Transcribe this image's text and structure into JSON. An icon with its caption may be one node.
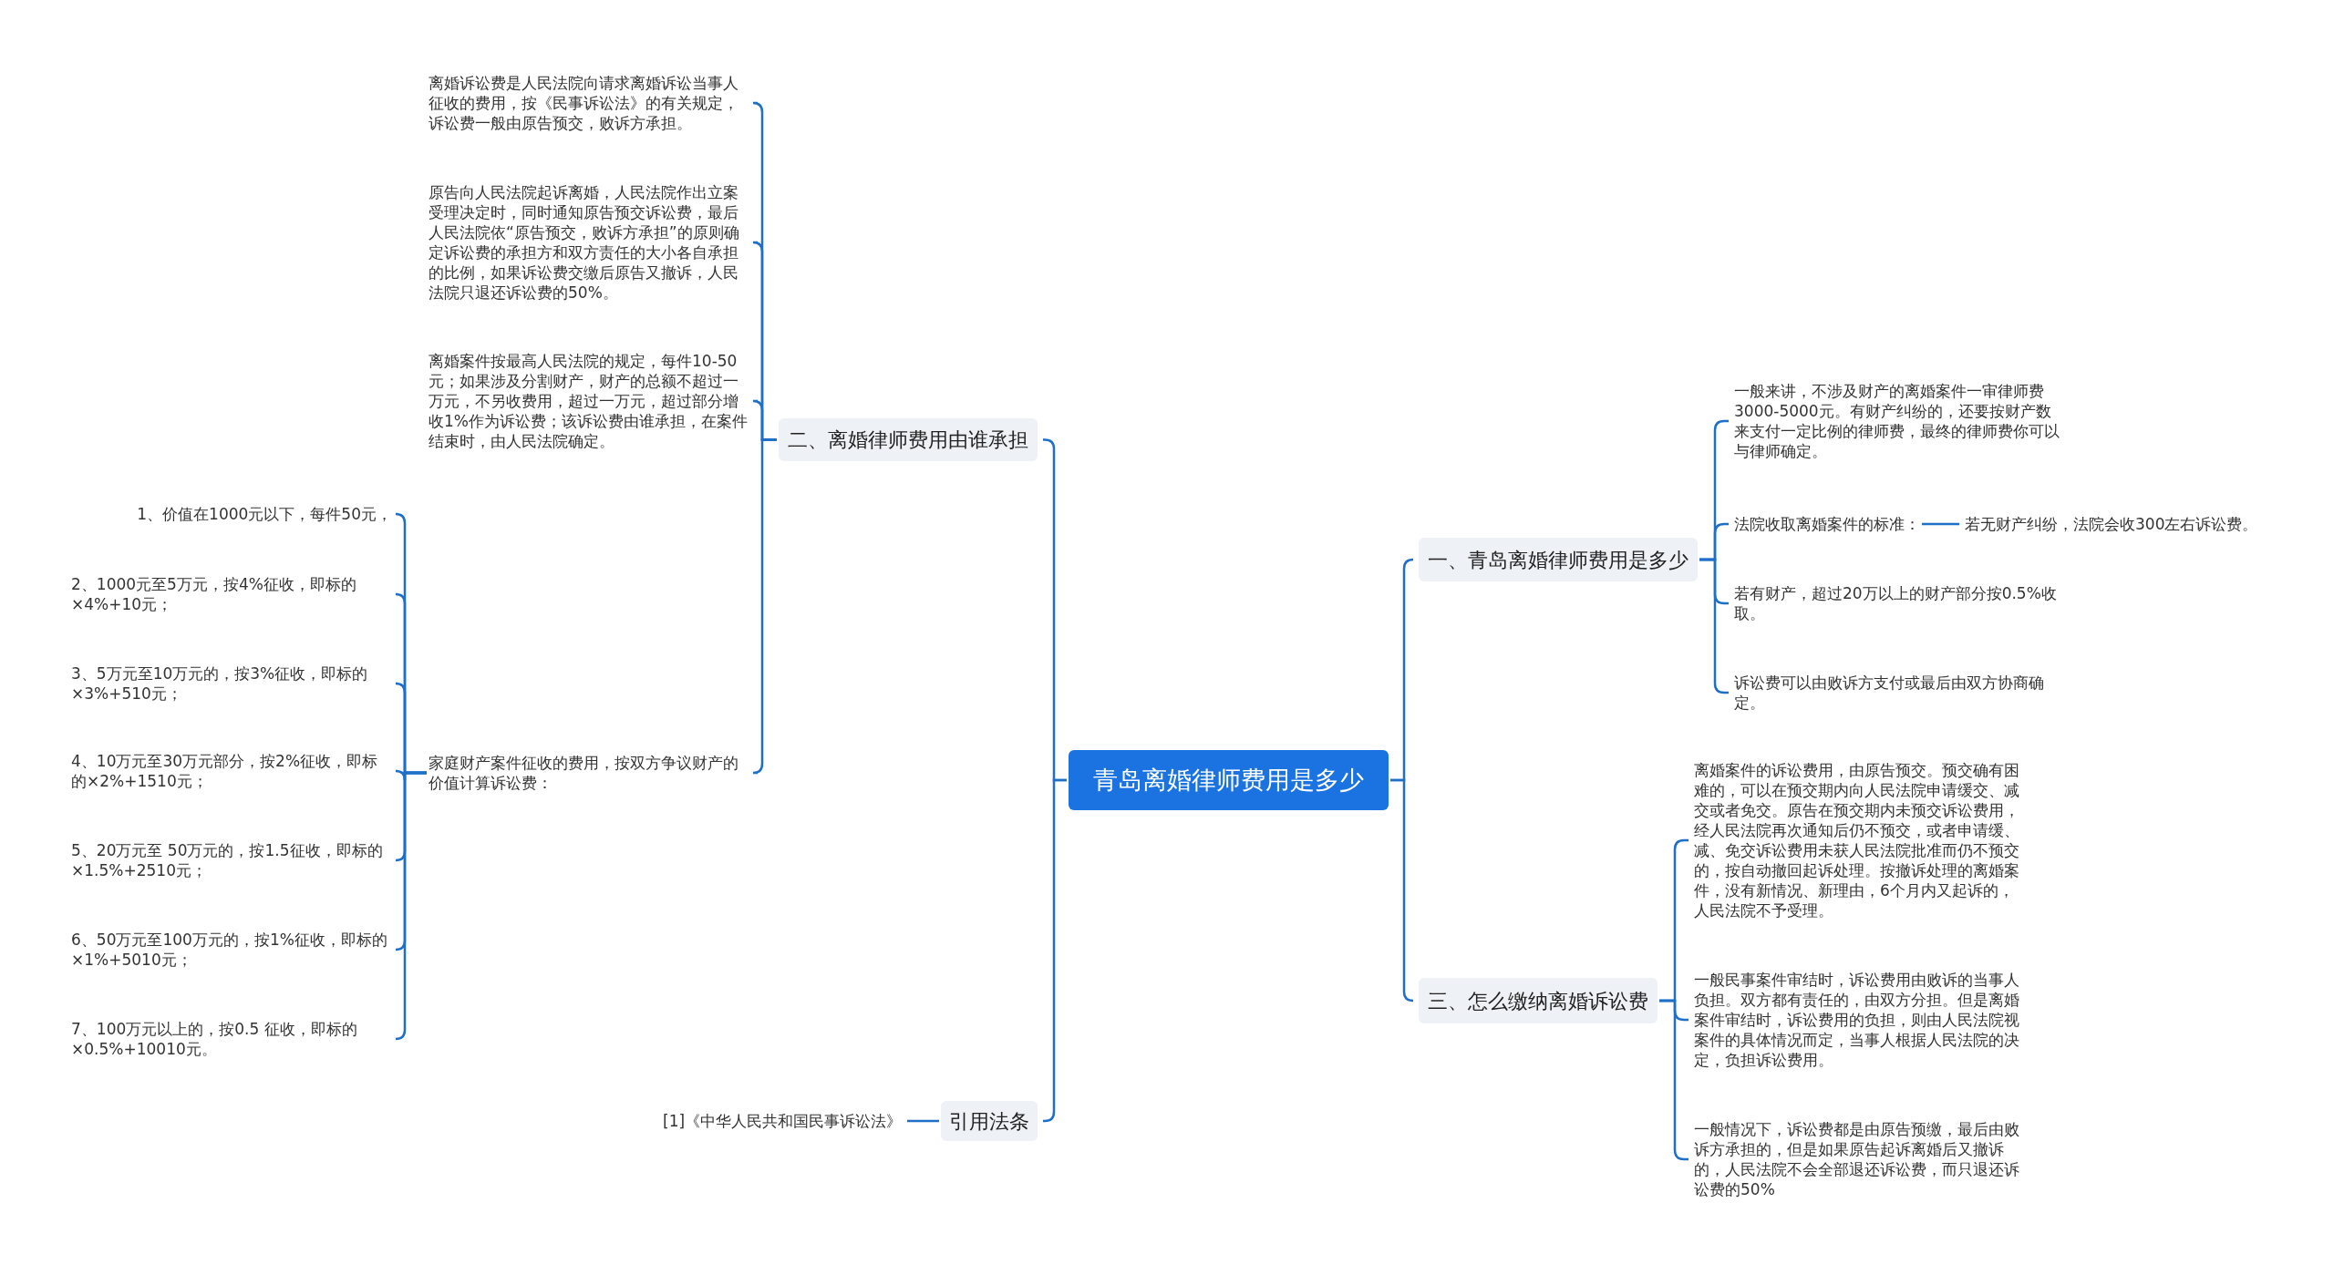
{
  "diagram": {
    "nodes": [
      {
        "text": [
          "青岛离婚律师费用是多少"
        ]
      },
      {
        "text": [
          "一、青岛离婚律师费用是多少"
        ]
      },
      {
        "text": [
          "一般来讲，不涉及财产的离婚案件一审律师费3000-5000元。有财产纠纷的，还要按财产数来支付一定比例的律师费，最终的律师费你可以与律师确定。"
        ]
      },
      {
        "text": [
          "法院收取离婚案件的标准："
        ]
      },
      {
        "text": [
          "若无财产纠纷，法院会收300左右诉讼费。"
        ]
      },
      {
        "text": [
          "若有财产，超过20万以上的财产部分按0.5%收取。"
        ]
      },
      {
        "text": [
          "诉讼费可以由败诉方支付或最后由双方协商确定。"
        ]
      },
      {
        "text": [
          "三、怎么缴纳离婚诉讼费"
        ]
      },
      {
        "text": [
          "离婚案件的诉讼费用，由原告预交。预交确有困难的，可以在预交期内向人民法院申请缓交、减交或者免交。原告在预交期内未预交诉讼费用，经人民法院再次通知后仍不预交，或者申请缓、减、免交诉讼费用未获人民法院批准而仍不预交的，按自动撤回起诉处理。按撤诉处理的离婚案件，没有新情况、新理由，6个月内又起诉的，人民法院不予受理。"
        ]
      },
      {
        "text": [
          "一般民事案件审结时，诉讼费用由败诉的当事人负担。双方都有责任的，由双方分担。但是离婚案件审结时，诉讼费用的负担，则由人民法院视案件的具体情况而定，当事人根据人民法院的决定，负担诉讼费用。"
        ]
      },
      {
        "text": [
          "一般情况下，诉讼费都是由原告预缴，最后由败诉方承担的，但是如果原告起诉离婚后又撤诉的，人民法院不会全部退还诉讼费，而只退还诉讼费的50%"
        ]
      },
      {
        "text": [
          "二、离婚律师费用由谁承担"
        ]
      },
      {
        "text": [
          "离婚诉讼费是人民法院向请求离婚诉讼当事人征收的费用，按《民事诉讼法》的有关规定，诉讼费一般由原告预交，败诉方承担。"
        ]
      },
      {
        "text": [
          "原告向人民法院起诉离婚，人民法院作出立案受理决定时，同时通知原告预交诉讼费，最后人民法院依“原告预交，败诉方承担”的原则确定诉讼费的承担方和双方责任的大小各自承担的比例，如果诉讼费交缴后原告又撤诉，人民法院只退还诉讼费的50%。"
        ]
      },
      {
        "text": [
          "离婚案件按最高人民法院的规定，每件10-50元；如果涉及分割财产，财产的总额不超过一万元，不另收费用，超过一万元，超过部分增收1%作为诉讼费；该诉讼费由谁承担，在案件结束时，由人民法院确定。"
        ]
      },
      {
        "text": [
          "家庭财产案件征收的费用，按双方争议财产的价值计算诉讼费："
        ]
      },
      {
        "text": [
          "1、价值在1000元以下，每件50元，"
        ]
      },
      {
        "text": [
          "2、1000元至5万元，按4%征收，即标的 ×4%+10元；"
        ]
      },
      {
        "text": [
          "3、5万元至10万元的，按3%征收，即标的×3%+510元；"
        ]
      },
      {
        "text": [
          "4、10万元至30万元部分，按2%征收，即标的×2%+1510元；"
        ]
      },
      {
        "text": [
          "5、20万元至 50万元的，按1.5征收，即标的×1.5%+2510元；"
        ]
      },
      {
        "text": [
          "6、50万元至100万元的，按1%征收，即标的×1%+5010元；"
        ]
      },
      {
        "text": [
          "7、100万元以上的，按0.5 征收，即标的×0.5%+10010元。"
        ]
      },
      {
        "text": [
          "引用法条"
        ]
      },
      {
        "text": [
          "[1]《中华人民共和国民事诉讼法》"
        ]
      }
    ],
    "edges": [
      {
        "from": 0,
        "to": 1,
        "arrow": "none"
      },
      {
        "from": 1,
        "to": 2,
        "arrow": "none"
      },
      {
        "from": 1,
        "to": 3,
        "arrow": "none"
      },
      {
        "from": 3,
        "to": 4,
        "arrow": "none"
      },
      {
        "from": 1,
        "to": 5,
        "arrow": "none"
      },
      {
        "from": 1,
        "to": 6,
        "arrow": "none"
      },
      {
        "from": 0,
        "to": 7,
        "arrow": "none"
      },
      {
        "from": 7,
        "to": 8,
        "arrow": "none"
      },
      {
        "from": 7,
        "to": 9,
        "arrow": "none"
      },
      {
        "from": 7,
        "to": 10,
        "arrow": "none"
      },
      {
        "from": 0,
        "to": 11,
        "arrow": "none"
      },
      {
        "from": 11,
        "to": 12,
        "arrow": "none"
      },
      {
        "from": 11,
        "to": 13,
        "arrow": "none"
      },
      {
        "from": 11,
        "to": 14,
        "arrow": "none"
      },
      {
        "from": 11,
        "to": 15,
        "arrow": "none"
      },
      {
        "from": 15,
        "to": 16,
        "arrow": "none"
      },
      {
        "from": 15,
        "to": 17,
        "arrow": "none"
      },
      {
        "from": 15,
        "to": 18,
        "arrow": "none"
      },
      {
        "from": 15,
        "to": 19,
        "arrow": "none"
      },
      {
        "from": 15,
        "to": 20,
        "arrow": "none"
      },
      {
        "from": 15,
        "to": 21,
        "arrow": "none"
      },
      {
        "from": 15,
        "to": 22,
        "arrow": "none"
      },
      {
        "from": 0,
        "to": 23,
        "arrow": "none"
      },
      {
        "from": 23,
        "to": 24,
        "arrow": "none"
      }
    ]
  }
}
